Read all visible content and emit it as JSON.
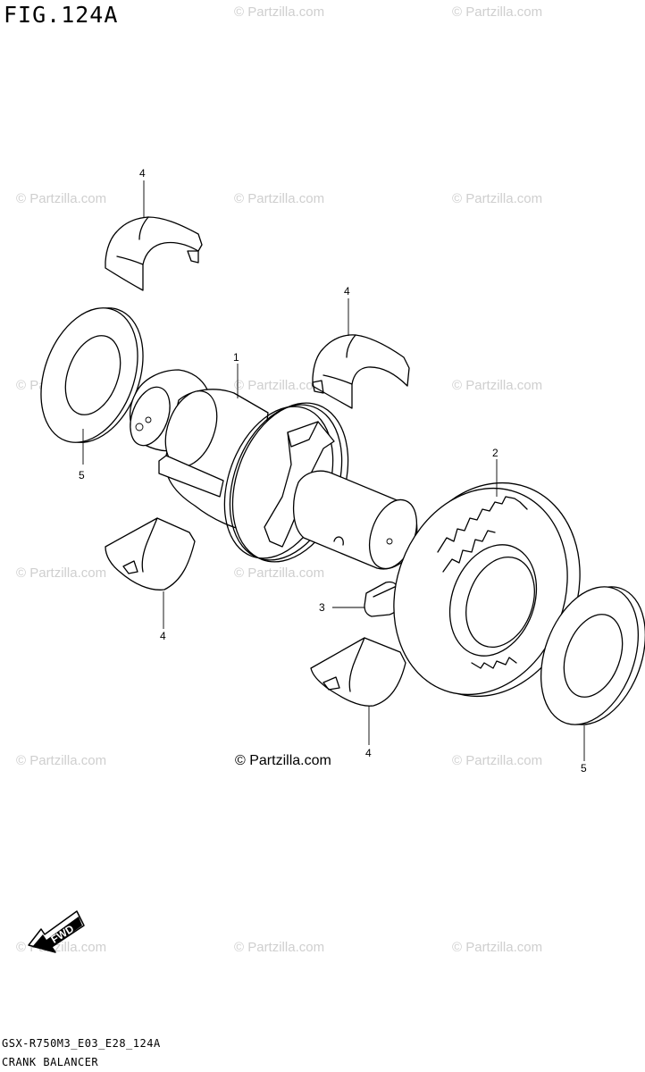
{
  "figure": {
    "title": "FIG.124A"
  },
  "footer": {
    "model_code": "GSX-R750M3_E03_E28_124A",
    "section_name": "CRANK BALANCER"
  },
  "watermark": {
    "text": "© Partzilla.com",
    "color": "#cfcfcf"
  },
  "copyright": {
    "text": "© Partzilla.com"
  },
  "fwd_arrow": {
    "label": "FWD"
  },
  "callouts": [
    {
      "id": "c4a",
      "number": "4"
    },
    {
      "id": "c4b",
      "number": "4"
    },
    {
      "id": "c1",
      "number": "1"
    },
    {
      "id": "c5a",
      "number": "5"
    },
    {
      "id": "c2",
      "number": "2"
    },
    {
      "id": "c3",
      "number": "3"
    },
    {
      "id": "c4c",
      "number": "4"
    },
    {
      "id": "c4d",
      "number": "4"
    },
    {
      "id": "c5b",
      "number": "5"
    }
  ]
}
